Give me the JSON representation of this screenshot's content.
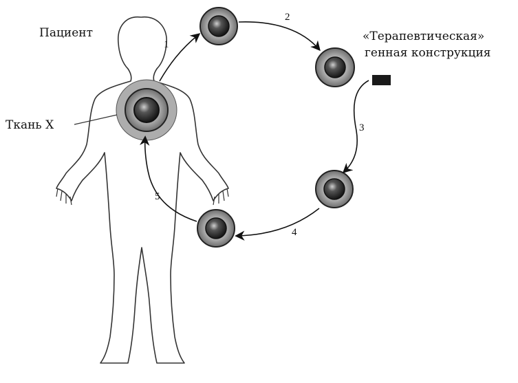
{
  "labels": {
    "patient": "Пациент",
    "tissue": "Ткань X",
    "construct_line1": "«Терапевтическая»",
    "construct_line2": "генная конструкция"
  },
  "steps": [
    "1",
    "2",
    "3",
    "4",
    "5"
  ],
  "colors": {
    "outline": "#222222",
    "ring": "#8a8a8a",
    "tissue_halo": "#a8a8a8",
    "nucleus": "#2a2a2a",
    "construct_block": "#1a1a1a"
  }
}
